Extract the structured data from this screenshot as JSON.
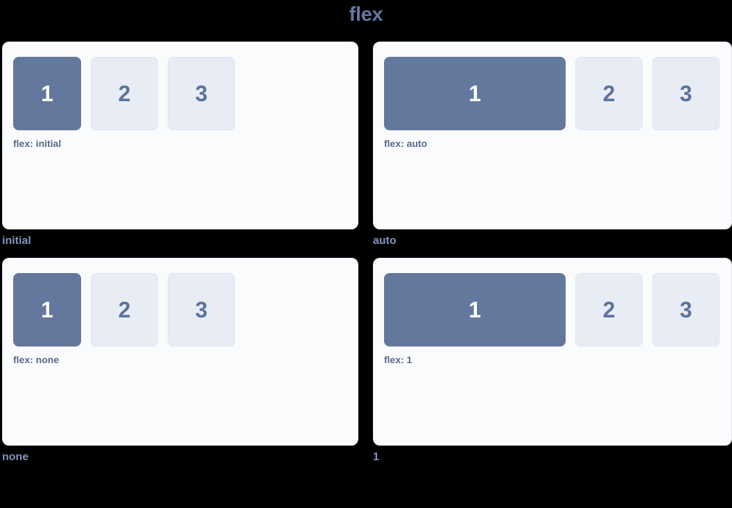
{
  "title": "flex",
  "colors": {
    "background": "#000000",
    "card_background": "#fafbfd",
    "card_border": "#e6eaf2",
    "primary_box": "#64789d",
    "muted_box": "#e8ecf5",
    "title_text": "#62789f",
    "caption_text": "#7e95bd",
    "label_text": "#56678c",
    "number_muted": "#5d739b",
    "number_primary": "#ffffff"
  },
  "demos": [
    {
      "id": "initial",
      "caption": "initial",
      "flex_label": "flex: initial",
      "boxes": [
        {
          "number": "1",
          "style": "primary"
        },
        {
          "number": "2",
          "style": "muted"
        },
        {
          "number": "3",
          "style": "muted"
        }
      ]
    },
    {
      "id": "auto",
      "caption": "auto",
      "flex_label": "flex: auto",
      "boxes": [
        {
          "number": "1",
          "style": "primary"
        },
        {
          "number": "2",
          "style": "muted"
        },
        {
          "number": "3",
          "style": "muted"
        }
      ]
    },
    {
      "id": "none",
      "caption": "none",
      "flex_label": "flex: none",
      "boxes": [
        {
          "number": "1",
          "style": "primary"
        },
        {
          "number": "2",
          "style": "muted"
        },
        {
          "number": "3",
          "style": "muted"
        }
      ]
    },
    {
      "id": "one",
      "caption": "1",
      "flex_label": "flex: 1",
      "boxes": [
        {
          "number": "1",
          "style": "primary"
        },
        {
          "number": "2",
          "style": "muted"
        },
        {
          "number": "3",
          "style": "muted"
        }
      ]
    }
  ]
}
